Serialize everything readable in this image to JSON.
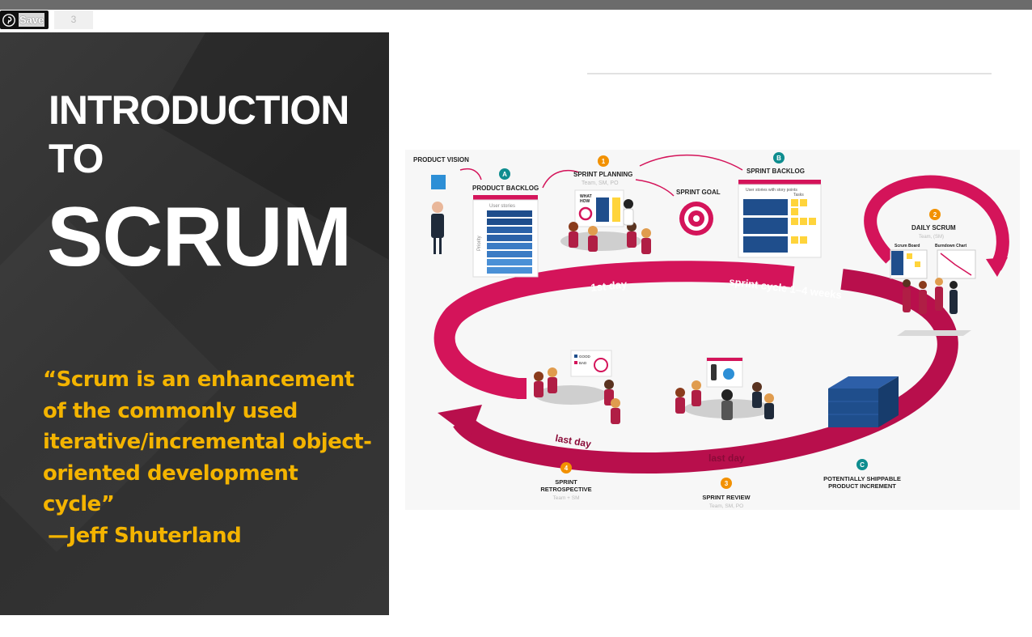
{
  "pin_widget": {
    "save_label": "Save",
    "count": "3"
  },
  "slide": {
    "title_line1": "INTRODUCTION",
    "title_line2": "TO",
    "title_line3": "SCRUM",
    "quote": "“Scrum is an enhancement of the commonly used iterative/incremental object-oriented development cycle”",
    "author": "—Jeff Shuterland",
    "quote_color": "#f4b400"
  },
  "diagram": {
    "product_vision": "PRODUCT VISION",
    "product_backlog": {
      "badge": "A",
      "label": "PRODUCT BACKLOG",
      "caption": "User stories",
      "axis": "Priority"
    },
    "sprint_planning": {
      "badge": "1",
      "label": "SPRINT PLANNING",
      "sub": "Team, SM, PO",
      "board_what": "WHAT",
      "board_how": "HOW"
    },
    "sprint_goal": "SPRINT GOAL",
    "sprint_backlog": {
      "badge": "B",
      "label": "SPRINT BACKLOG",
      "col1": "User stories with story points",
      "col2": "Tasks"
    },
    "daily_scrum": {
      "badge": "2",
      "label": "DAILY SCRUM",
      "sub": "Team, (SM)",
      "board1": "Scrum Board",
      "board2": "Burndown Chart"
    },
    "first_day": "1st day",
    "sprint_cycle": "sprint cycle 1–4 weeks",
    "last_day_1": "last day",
    "last_day_2": "last day",
    "retro": {
      "badge": "4",
      "label_line1": "SPRINT",
      "label_line2": "RETROSPECTIVE",
      "sub": "Team + SM",
      "good": "GOOD",
      "bad": "BAD"
    },
    "review": {
      "badge": "3",
      "label": "SPRINT REVIEW",
      "sub": "Team, SM, PO"
    },
    "increment": {
      "badge": "C",
      "label_line1": "POTENTIALLY SHIPPABLE",
      "label_line2": "PRODUCT INCREMENT"
    },
    "colors": {
      "loop": "#d4145a",
      "orange": "#f29100",
      "teal": "#0e8d8f",
      "blue": "#1f4e8c",
      "yellow": "#ffd43b"
    }
  }
}
